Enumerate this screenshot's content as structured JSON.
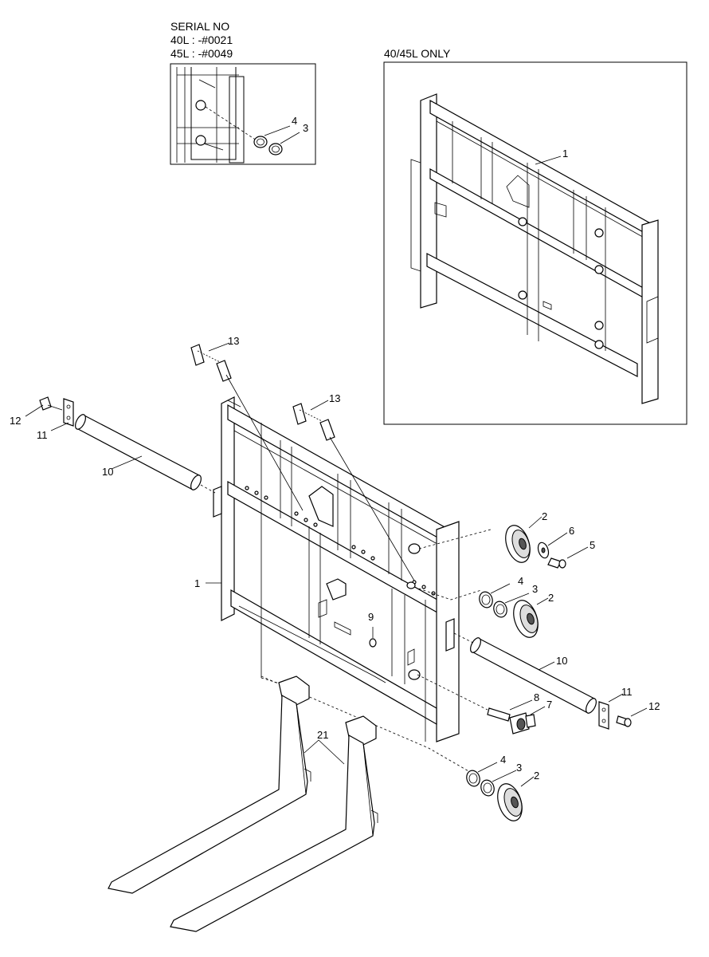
{
  "inset_serial": {
    "heading": "SERIAL NO",
    "line_40l": "40L : -#0021",
    "line_45l": "45L : -#0049"
  },
  "inset_4045": {
    "heading": "40/45L ONLY"
  },
  "callouts": {
    "inset_washer_4": "4",
    "inset_washer_3": "3",
    "inset_carriage_1": "1",
    "pin_13_left": "13",
    "pin_13_right": "13",
    "bolt_12_left": "12",
    "bracket_11_left": "11",
    "shaft_10_left": "10",
    "carriage_1": "1",
    "roller_2_top": "2",
    "washer_6": "6",
    "bolt_5": "5",
    "shim_4_mid": "4",
    "shim_3_mid": "3",
    "roller_2_mid": "2",
    "nut_9": "9",
    "shaft_10_right": "10",
    "bracket_11_right": "11",
    "bolt_12_right": "12",
    "bolt_8": "8",
    "stopper_7": "7",
    "forks_21": "21",
    "shim_4_low": "4",
    "shim_3_low": "3",
    "roller_2_low": "2"
  }
}
